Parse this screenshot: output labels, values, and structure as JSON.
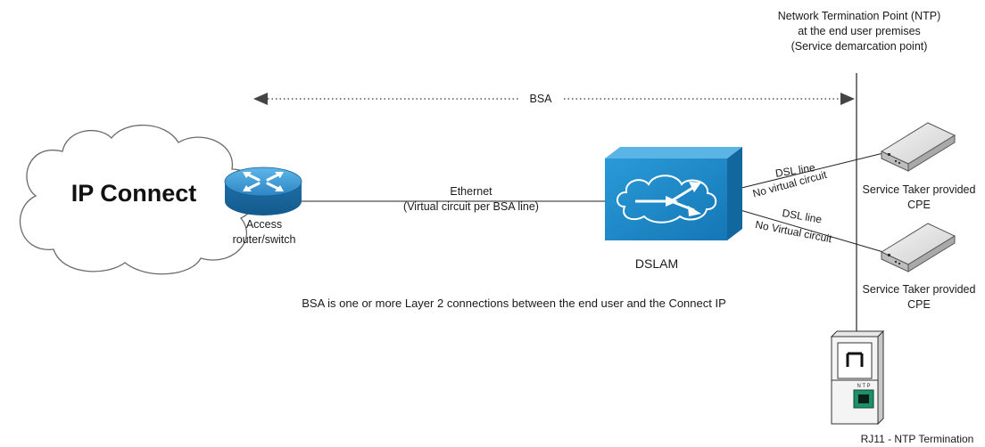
{
  "diagram": {
    "cloud_label": "IP Connect",
    "access_label": "Access\nrouter/switch",
    "ethernet_label": "Ethernet\n(Virtual circuit per BSA line)",
    "dslam_label": "DSLAM",
    "bsa_label": "BSA",
    "ntp_title": "Network Termination Point (NTP)\nat the end user premises\n(Service demarcation point)",
    "dsl_line_1": "DSL line",
    "dsl_circuit_1": "No virtual circuit",
    "dsl_line_2": "DSL line",
    "dsl_circuit_2": "No Virtual circuit",
    "cpe_1_label": "Service Taker provided\nCPE",
    "cpe_2_label": "Service Taker provided\nCPE",
    "description": "BSA is one or more Layer 2 connections between the end user and the Connect IP",
    "ntp_box_text": "N T P",
    "rj11_label": "RJ11 - NTP Termination"
  },
  "colors": {
    "router_blue": "#2d86c4",
    "dslam_blue": "#1f88c8",
    "ntp_green": "#1f8f6a",
    "line": "#1a1a1a",
    "cloud_stroke": "#666666"
  },
  "icons": [
    "cloud-icon",
    "router-icon",
    "dslam-icon",
    "modem-icon",
    "ntp-box-icon",
    "arrow-left-icon",
    "arrow-right-icon"
  ]
}
